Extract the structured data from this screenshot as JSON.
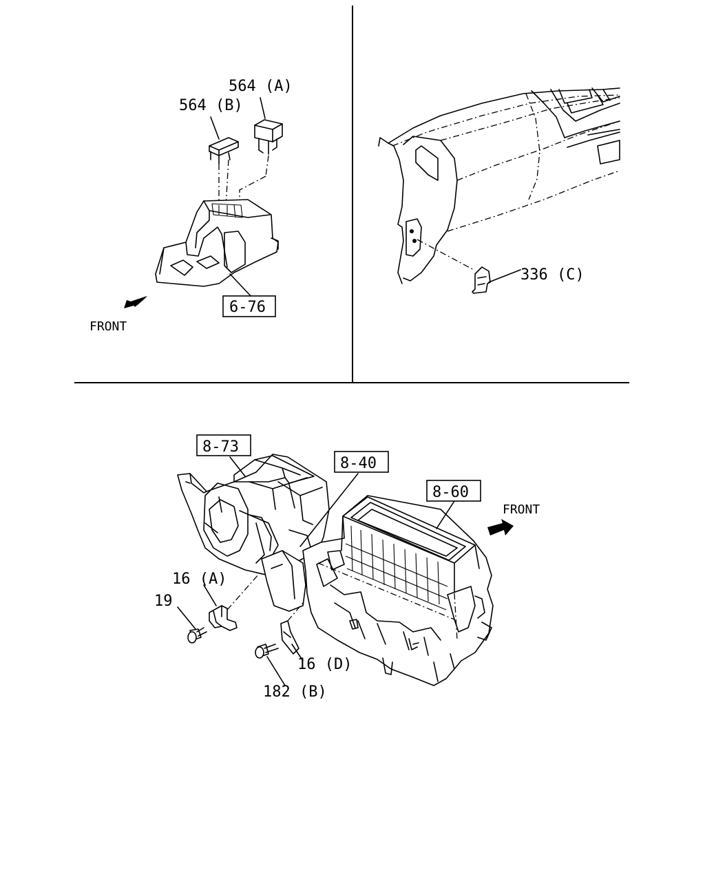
{
  "labels": {
    "p564a": "564 (A)",
    "p564b": "564 (B)",
    "ref676": "6-76",
    "front_top": "FRONT",
    "p336c": "336 (C)",
    "ref873": "8-73",
    "ref840": "8-40",
    "ref860": "8-60",
    "front_bottom": "FRONT",
    "p16a": "16 (A)",
    "p19": "19",
    "p16d": "16 (D)",
    "p182b": "182 (B)"
  }
}
